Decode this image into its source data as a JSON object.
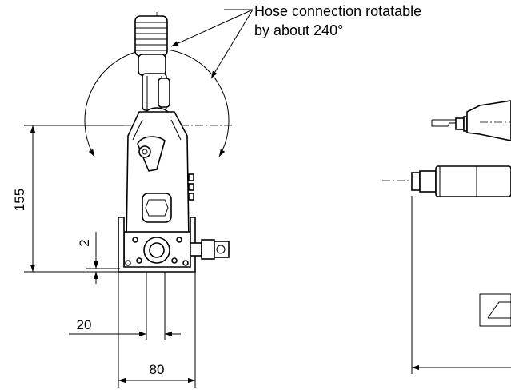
{
  "annotation": {
    "line1": "Hose connection rotatable",
    "line2": "by about 240°"
  },
  "dimensions": {
    "height_total": "155",
    "offset_small": "2",
    "width_inner": "20",
    "width_base": "80"
  }
}
